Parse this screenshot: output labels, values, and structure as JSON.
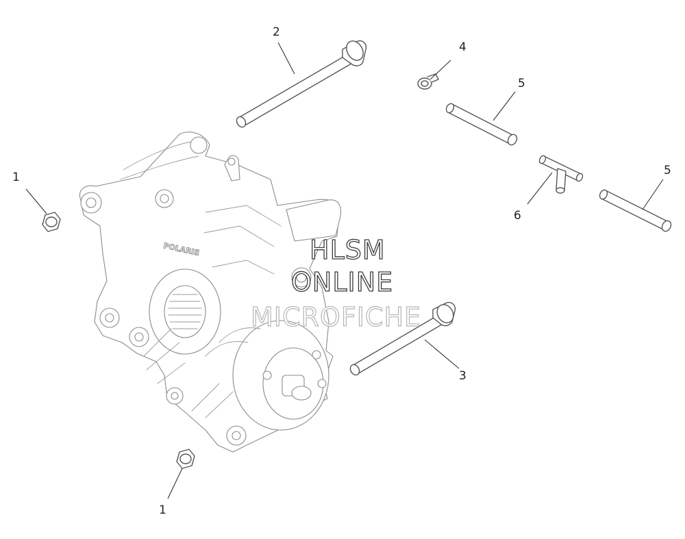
{
  "diagram": {
    "callouts": [
      {
        "id": "c1a",
        "label": "1"
      },
      {
        "id": "c1b",
        "label": "1"
      },
      {
        "id": "c2",
        "label": "2"
      },
      {
        "id": "c3",
        "label": "3"
      },
      {
        "id": "c4",
        "label": "4"
      },
      {
        "id": "c5a",
        "label": "5"
      },
      {
        "id": "c5b",
        "label": "5"
      },
      {
        "id": "c6",
        "label": "6"
      }
    ],
    "housing_marking": "POLARIS"
  },
  "watermark": {
    "line1": "HLSM",
    "line2": "ONLINE",
    "line3": "MICROFICHE"
  }
}
